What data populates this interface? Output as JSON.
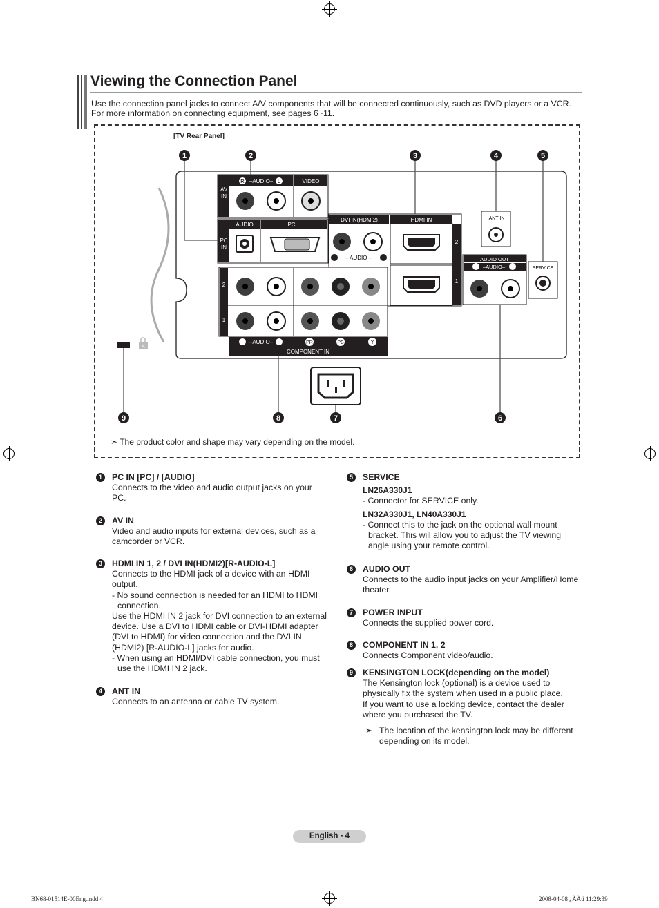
{
  "title": "Viewing the Connection Panel",
  "intro": "Use the connection panel jacks to connect A/V components that will be connected continuously, such as DVD players or a VCR. For more information on connecting equipment, see pages 6~11.",
  "diagram": {
    "label": "[TV Rear Panel]",
    "callouts": [
      "1",
      "2",
      "3",
      "4",
      "5",
      "6",
      "7",
      "8",
      "9"
    ],
    "panel_labels": {
      "av_in": "AV IN",
      "audio_rl": "–AUDIO–",
      "r": "R",
      "l": "L",
      "video": "VIDEO",
      "audio": "AUDIO",
      "pc": "PC",
      "pc_in": "PC IN",
      "dvi_in": "DVI IN(HDMI2)",
      "hdmi_in": "HDMI IN",
      "ant_in": "ANT IN",
      "audio_out": "AUDIO OUT",
      "service": "SERVICE",
      "component_in": "COMPONENT IN",
      "pr": "PR",
      "pb": "PB",
      "y": "Y",
      "row2": "2",
      "row1": "1",
      "k": "K"
    },
    "note": "The product color and shape may vary depending on the model."
  },
  "left_items": [
    {
      "n": "1",
      "heading": "PC IN [PC] / [AUDIO]",
      "lines": [
        "Connects to the video and audio output jacks on your",
        "PC."
      ]
    },
    {
      "n": "2",
      "heading": "AV IN",
      "lines": [
        "Video and audio inputs for external devices, such as a",
        "camcorder or VCR."
      ]
    },
    {
      "n": "3",
      "heading": "HDMI IN 1, 2 / DVI IN(HDMI2)[R-AUDIO-L]",
      "lines": [
        "Connects to the HDMI jack of a device with an HDMI",
        "output.",
        "- No sound connection is needed for an HDMI to HDMI",
        "connection.",
        "Use the HDMI IN 2 jack for DVI connection to an external",
        "device. Use a DVI to HDMI cable or DVI-HDMI adapter",
        "(DVI to HDMI) for video connection and the DVI IN",
        "(HDMI2) [R-AUDIO-L] jacks for audio.",
        "- When using an HDMI/DVI cable connection, you must",
        "use the HDMI IN 2 jack."
      ]
    },
    {
      "n": "4",
      "heading": "ANT IN",
      "lines": [
        "Connects to an antenna or cable TV system."
      ]
    }
  ],
  "right_items": [
    {
      "n": "5",
      "heading": "SERVICE",
      "sub1": "LN26A330J1",
      "sub1_lines": [
        "- Connector for SERVICE only."
      ],
      "sub2": "LN32A330J1, LN40A330J1",
      "sub2_lines": [
        "- Connect this to the jack on the optional wall mount",
        "bracket. This will allow you to adjust the TV viewing",
        "angle using your remote control."
      ]
    },
    {
      "n": "6",
      "heading": "AUDIO OUT",
      "lines": [
        "Connects to the audio input jacks on your Amplifier/Home",
        "theater."
      ]
    },
    {
      "n": "7",
      "heading": "POWER INPUT",
      "lines": [
        "Connects the supplied power cord."
      ]
    },
    {
      "n": "8",
      "heading": "COMPONENT IN 1, 2",
      "lines": [
        "Connects Component video/audio."
      ]
    },
    {
      "n": "9",
      "heading": "KENSINGTON LOCK(depending on the model)",
      "lines": [
        "The Kensington lock (optional) is a device used to",
        "physically fix the system when used in a public place.",
        "If you want to use a locking device, contact the dealer",
        "where you purchased the TV."
      ],
      "note_lines": [
        "The location of the kensington lock may be different",
        "depending on its model."
      ]
    }
  ],
  "footer": {
    "page": "English - 4",
    "file": "BN68-01514E-00Eng.indd   4",
    "date": "2008-04-08   ¿ÀÀü 11:29:39"
  },
  "colors": {
    "text": "#231f20",
    "pill": "#cfcfcf"
  }
}
